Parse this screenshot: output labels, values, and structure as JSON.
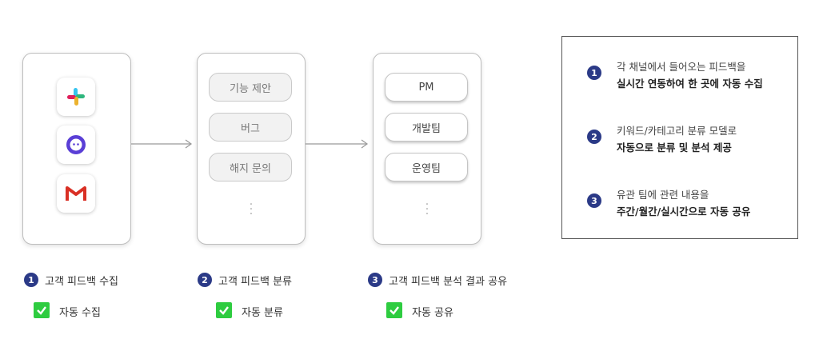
{
  "stage2": {
    "items": [
      "기능 제안",
      "버그",
      "해지 문의"
    ]
  },
  "stage3": {
    "items": [
      "PM",
      "개발팀",
      "운영팀"
    ]
  },
  "steps": [
    {
      "num": "1",
      "label": "고객 피드백 수집",
      "check": "자동 수집"
    },
    {
      "num": "2",
      "label": "고객 피드백 분류",
      "check": "자동 분류"
    },
    {
      "num": "3",
      "label": "고객 피드백 분석 결과 공유",
      "check": "자동 공유"
    }
  ],
  "info": [
    {
      "num": "1",
      "line1": "각 채널에서 들어오는 피드백을",
      "line2": "실시간 연동하여 한 곳에 자동 수집"
    },
    {
      "num": "2",
      "line1": "키워드/카테고리 분류 모델로",
      "line2": "자동으로 분류 및 분석 제공"
    },
    {
      "num": "3",
      "line1": "유관 팀에 관련 내용을",
      "line2": "주간/월간/실시간으로 자동 공유"
    }
  ],
  "icons": [
    "slack-icon",
    "channel-talk-icon",
    "gmail-icon"
  ],
  "colors": {
    "badge": "#2b3a87",
    "check": "#2ecc40",
    "gmail_red": "#d93025"
  }
}
